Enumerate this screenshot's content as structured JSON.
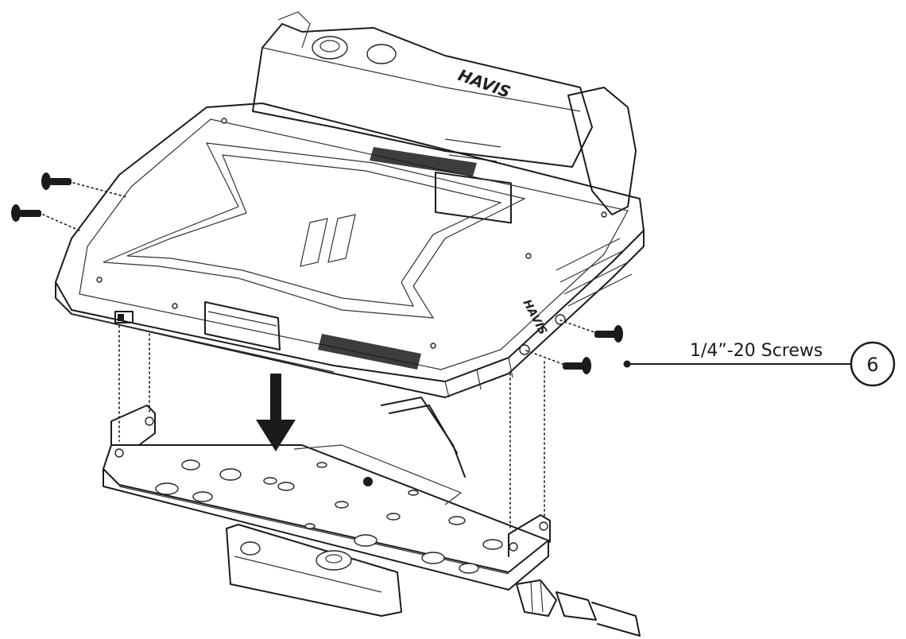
{
  "callout": {
    "label": "1/4”-20 Screws",
    "number": "6"
  },
  "branding": {
    "logo_text": "HAVIS"
  },
  "icons": [
    "screw-icon",
    "down-arrow-icon",
    "callout-number-icon"
  ]
}
